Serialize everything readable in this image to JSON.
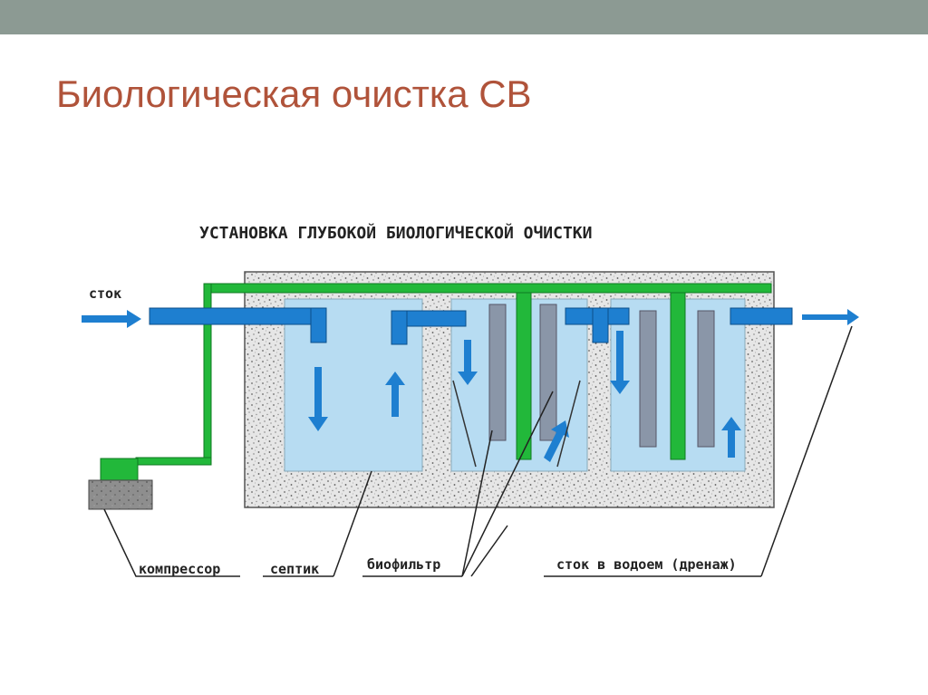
{
  "slide": {
    "title": "Биологическая очистка СВ"
  },
  "diagram": {
    "heading": "УСТАНОВКА ГЛУБОКОЙ БИОЛОГИЧЕСКОЙ ОЧИСТКИ",
    "labels": {
      "inflow": "сток",
      "compressor": "компрессор",
      "septic": "септик",
      "biofilter": "биофильтр",
      "outflow": "сток в водоем (дренаж)"
    }
  },
  "colors": {
    "title": "#b0533a",
    "top_bar": "#8c9a93",
    "water": "#b7dcf2",
    "pipe": "#1e7fd0",
    "air_pipe": "#22b83a",
    "concrete": "#e4e4e4",
    "filter": "#8a96a8",
    "compressor_base": "#8e8e8e"
  }
}
